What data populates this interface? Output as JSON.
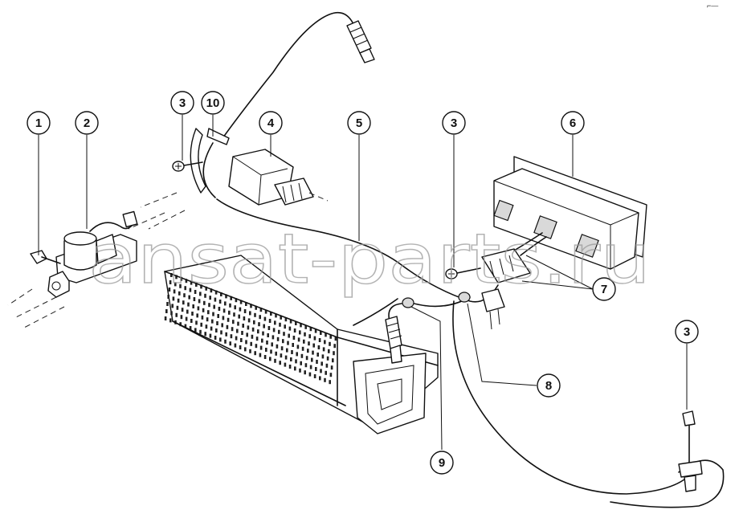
{
  "watermark": "ansat-parts.ru",
  "corner_mark": "⌐—",
  "callouts": [
    {
      "id": "c1",
      "label": "1"
    },
    {
      "id": "c2",
      "label": "2"
    },
    {
      "id": "c3a",
      "label": "3"
    },
    {
      "id": "c10",
      "label": "10"
    },
    {
      "id": "c4",
      "label": "4"
    },
    {
      "id": "c5",
      "label": "5"
    },
    {
      "id": "c3b",
      "label": "3"
    },
    {
      "id": "c6",
      "label": "6"
    },
    {
      "id": "c7",
      "label": "7"
    },
    {
      "id": "c8",
      "label": "8"
    },
    {
      "id": "c9",
      "label": "9"
    },
    {
      "id": "c3c",
      "label": "3"
    }
  ],
  "colors": {
    "line": "#111111",
    "background": "#ffffff",
    "watermark": "#9a9a9a"
  }
}
